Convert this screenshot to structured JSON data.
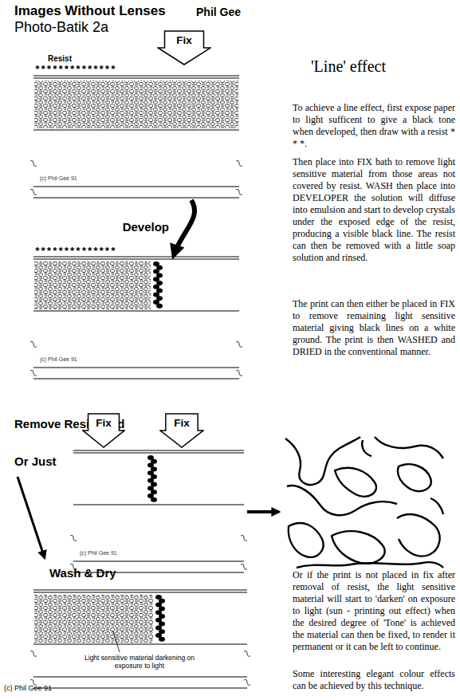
{
  "diagram": {
    "title": "Images Without Lenses",
    "nodes": [
      {
        "text": [
          "Fix"
        ]
      },
      {
        "text": [
          "(c) Phil Gee 91"
        ]
      },
      {
        "text": [
          "(c) Phil Gee 91"
        ]
      },
      {
        "text": [
          "Fix"
        ]
      },
      {
        "text": [
          "Fix"
        ]
      },
      {
        "text": [
          "(c) Phil Gee 91"
        ]
      },
      {
        "text": [
          "Light sensitive material darkening on exposure to light"
        ]
      }
    ],
    "edges": [
      {
        "from": 1,
        "to": 2,
        "arrow": "to",
        "label": "Develop"
      }
    ],
    "labels": [
      "Phil Gee",
      "Photo-Batik 2a",
      "'Line' effect",
      "Resist",
      "**************",
      "**************",
      "To achieve a line effect, first expose paper to light sufficent to give a black tone when developed, then draw with a resist * * *.",
      "Then place into FIX bath to remove light sensitive material from those areas not covered by resist. WASH then place into DEVELOPER the solution will diffuse into emulsion and start to develop crystals under the exposed edge of the resist, producing a visible black line. The resist can then be removed with a little soap solution and rinsed.",
      "The print can then either be placed in FIX to remove remaining light sensitive material giving black lines on a white ground. The print is then WASHED and DRIED in the conventional manner.",
      "Remove Resist and",
      "Or Just",
      "Wash & Dry",
      "Or if the print is not placed in fix after removal of resist, the light sensitive material will start to 'darken' on exposure to light (sun - printing out effect) when the desired degree of 'Tone' is achieved the material can then be fixed, to render it permanent or it can be left to continue.",
      "Some interesting elegant colour effects can be achieved by this technique.",
      "(c) Phil Gee 91"
    ]
  }
}
